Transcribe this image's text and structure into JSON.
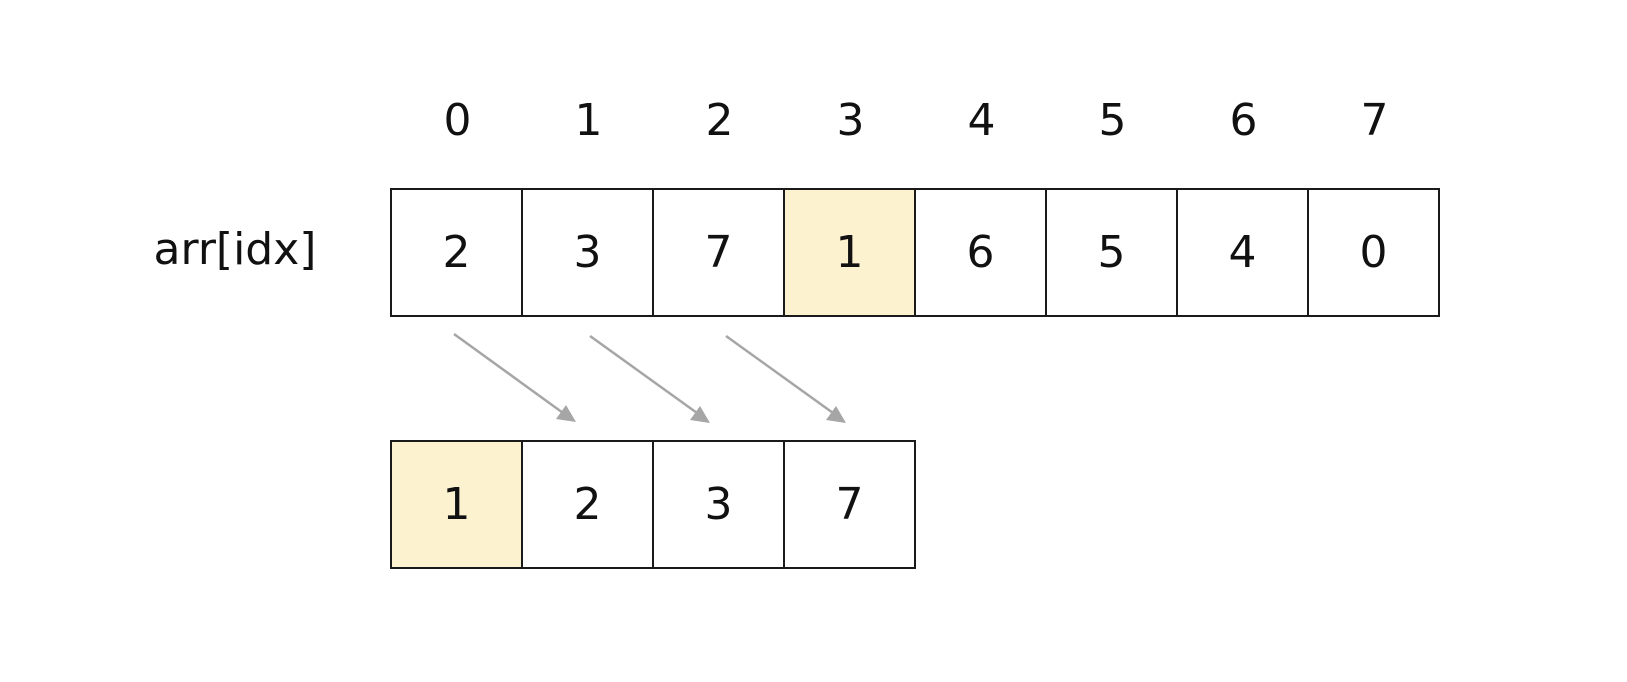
{
  "row_label": "arr[idx]",
  "indices": [
    "0",
    "1",
    "2",
    "3",
    "4",
    "5",
    "6",
    "7"
  ],
  "array_values": [
    "2",
    "3",
    "7",
    "1",
    "6",
    "5",
    "4",
    "0"
  ],
  "array_highlight_index": 3,
  "result_values": [
    "1",
    "2",
    "3",
    "7"
  ],
  "result_highlight_index": 0,
  "colors": {
    "highlight": "#fdf2d0",
    "border": "#1a1a1a",
    "arrow": "#a6a6a6"
  },
  "arrows": [
    {
      "from_index": 0,
      "to_index": 1
    },
    {
      "from_index": 1,
      "to_index": 2
    },
    {
      "from_index": 2,
      "to_index": 3
    }
  ]
}
